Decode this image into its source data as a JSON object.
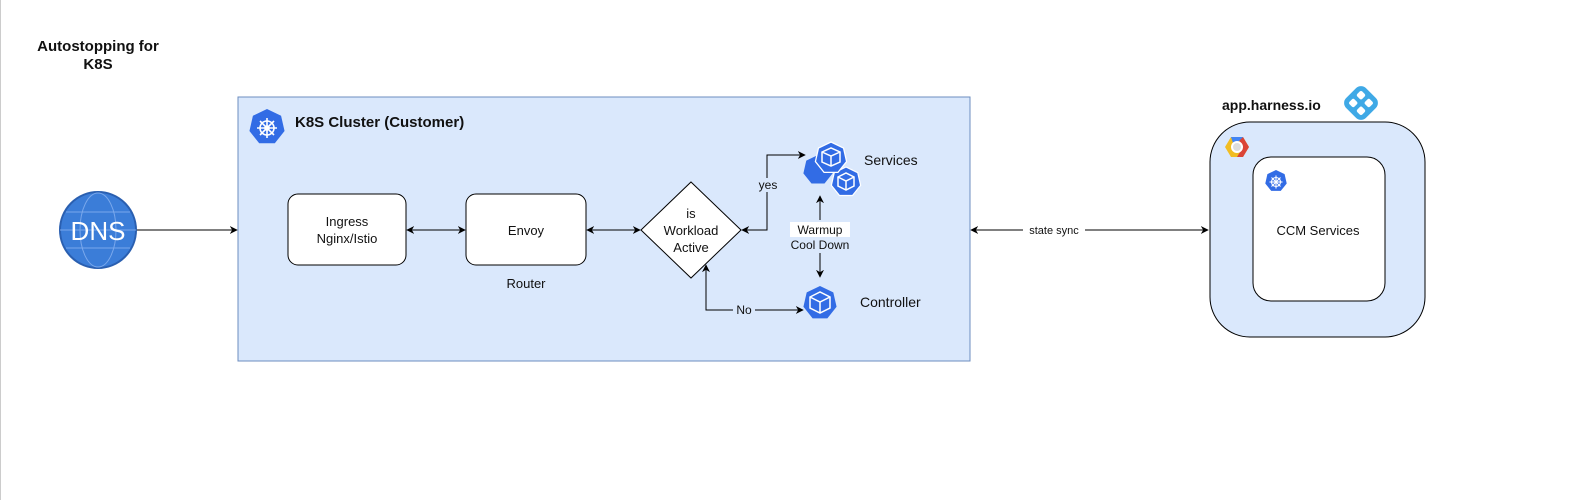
{
  "title": [
    "Autostopping for",
    "K8S"
  ],
  "dns": {
    "label": "DNS"
  },
  "cluster": {
    "title": "K8S Cluster (Customer)"
  },
  "ingress": {
    "lines": [
      "Ingress",
      "Nginx/Istio"
    ]
  },
  "envoy": {
    "label": "Envoy",
    "caption": "Router"
  },
  "decision": {
    "lines": [
      "is",
      "Workload",
      "Active"
    ]
  },
  "edges": {
    "yes": "yes",
    "no": "No",
    "warmup": "Warmup",
    "cooldown": "Cool Down",
    "state_sync": "state sync"
  },
  "services": {
    "label": "Services"
  },
  "controller": {
    "label": "Controller"
  },
  "harness": {
    "title": "app.harness.io",
    "inner_label": "CCM Services"
  },
  "icons": [
    "dns-globe-icon",
    "kubernetes-icon",
    "kubernetes-pod-icon",
    "harness-logo-icon",
    "gcp-icon"
  ],
  "colors": {
    "cluster_fill": "#dae8fc",
    "cluster_stroke": "#6c8ebf",
    "k8s_blue": "#326ce5",
    "dns_blue": "#3b7dd8",
    "harness_blue": "#3fa9e6"
  }
}
